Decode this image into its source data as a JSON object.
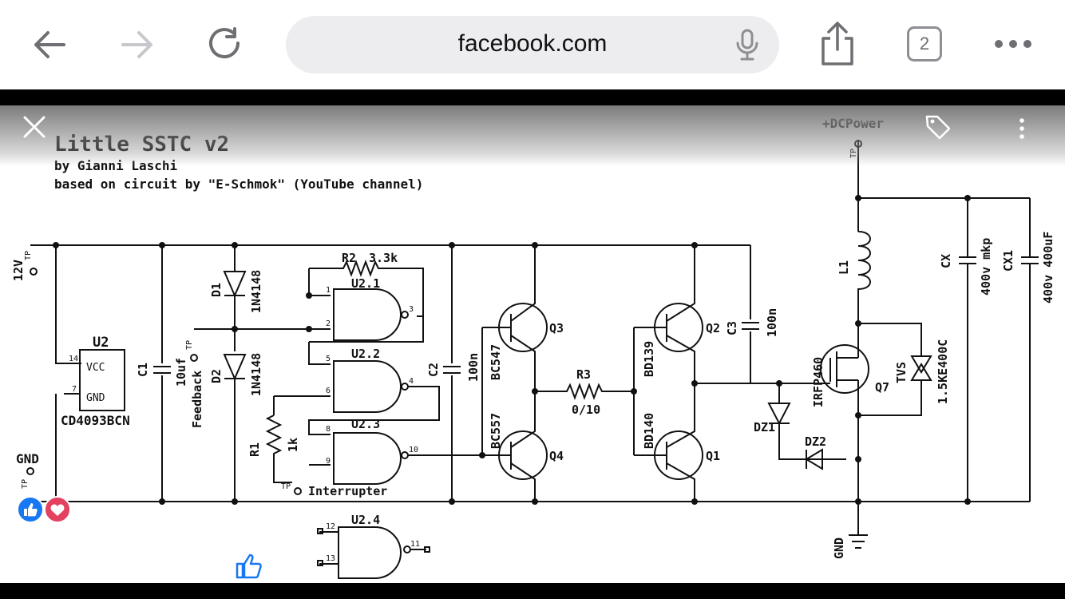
{
  "browser": {
    "url": "facebook.com",
    "tab_count": "2"
  },
  "schematic": {
    "title": "Little SSTC v2",
    "author": "by Gianni Laschi",
    "based_on": "based on circuit by \"E-Schmok\" (YouTube channel)",
    "labels": {
      "dc_power": "+DCPower",
      "tp": "TP",
      "v12": "12V",
      "gnd_left": "GND",
      "gnd_right": "GND",
      "feedback": "Feedback",
      "interrupter": "Interrupter",
      "u2": "U2",
      "vcc": "VCC",
      "gnd_pin": "GND",
      "ic": "CD4093BCN",
      "c1": "C1",
      "c1_val": "10uf",
      "d1": "D1",
      "d1_val": "1N4148",
      "d2": "D2",
      "d2_val": "1N4148",
      "r2": "R2",
      "r2_val": "3.3k",
      "u2_1": "U2.1",
      "u2_2": "U2.2",
      "u2_3": "U2.3",
      "u2_4": "U2.4",
      "r1": "R1",
      "r1_val": "1k",
      "c2": "C2",
      "c2_val": "100n",
      "q3": "Q3",
      "q3_part": "BC547",
      "q4": "Q4",
      "q4_part": "BC557",
      "r3": "R3",
      "r3_val": "0/10",
      "q2": "Q2",
      "q2_part": "BD139",
      "q1": "Q1",
      "q1_part": "BD140",
      "c3": "C3",
      "c3_val": "100n",
      "l1": "L1",
      "q7": "Q7",
      "q7_part": "IRFP460",
      "tvs": "TVS",
      "tvs_part": "1.5KE400C",
      "dz1": "DZ1",
      "dz2": "DZ2",
      "cx": "CX",
      "cx_val": "400v mkp",
      "cx1": "CX1",
      "cx1_val": "400v 400uF"
    },
    "pins": {
      "p1": "1",
      "p2": "2",
      "p3": "3",
      "p4": "4",
      "p5": "5",
      "p6": "6",
      "p7": "7",
      "p8": "8",
      "p9": "9",
      "p10": "10",
      "p11": "11",
      "p12": "12",
      "p13": "13",
      "p14": "14"
    }
  },
  "icons": [
    "back-arrow-icon",
    "forward-arrow-icon",
    "reload-icon",
    "microphone-icon",
    "share-icon",
    "tabs-icon",
    "more-icon",
    "close-icon",
    "tag-icon",
    "more-vertical-icon",
    "like-reaction-icon",
    "love-reaction-icon",
    "thumbs-up-icon"
  ],
  "colors": {
    "like_blue": "#1877f2",
    "love_red": "#e4405f",
    "toolbar_gray": "#8e8e93"
  }
}
